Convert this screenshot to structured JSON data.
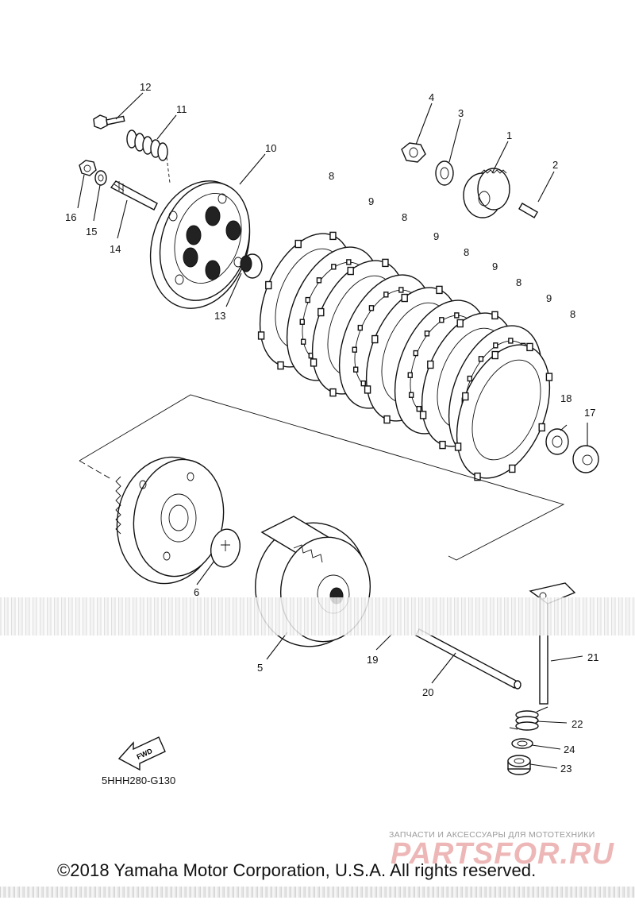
{
  "diagram": {
    "callouts": [
      {
        "id": "1",
        "label": "1"
      },
      {
        "id": "2",
        "label": "2"
      },
      {
        "id": "3",
        "label": "3"
      },
      {
        "id": "4",
        "label": "4"
      },
      {
        "id": "5",
        "label": "5"
      },
      {
        "id": "6",
        "label": "6"
      },
      {
        "id": "8a",
        "label": "8"
      },
      {
        "id": "8b",
        "label": "8"
      },
      {
        "id": "8c",
        "label": "8"
      },
      {
        "id": "8d",
        "label": "8"
      },
      {
        "id": "8e",
        "label": "8"
      },
      {
        "id": "9a",
        "label": "9"
      },
      {
        "id": "9b",
        "label": "9"
      },
      {
        "id": "9c",
        "label": "9"
      },
      {
        "id": "9d",
        "label": "9"
      },
      {
        "id": "10",
        "label": "10"
      },
      {
        "id": "11",
        "label": "11"
      },
      {
        "id": "12",
        "label": "12"
      },
      {
        "id": "13",
        "label": "13"
      },
      {
        "id": "14",
        "label": "14"
      },
      {
        "id": "15",
        "label": "15"
      },
      {
        "id": "16",
        "label": "16"
      },
      {
        "id": "17",
        "label": "17"
      },
      {
        "id": "18",
        "label": "18"
      },
      {
        "id": "19",
        "label": "19"
      },
      {
        "id": "20",
        "label": "20"
      },
      {
        "id": "21",
        "label": "21"
      },
      {
        "id": "22",
        "label": "22"
      },
      {
        "id": "23",
        "label": "23"
      },
      {
        "id": "24",
        "label": "24"
      }
    ],
    "fwd_arrow": "FWD",
    "diagram_code": "5HHH280-G130"
  },
  "footer": {
    "copyright": "©2018 Yamaha Motor Corporation, U.S.A. All rights reserved."
  },
  "watermark": {
    "tagline": "ЗАПЧАСТИ И АКСЕССУАРЫ ДЛЯ МОТОТЕХНИКИ",
    "logo": "PARTSFOR.RU"
  }
}
